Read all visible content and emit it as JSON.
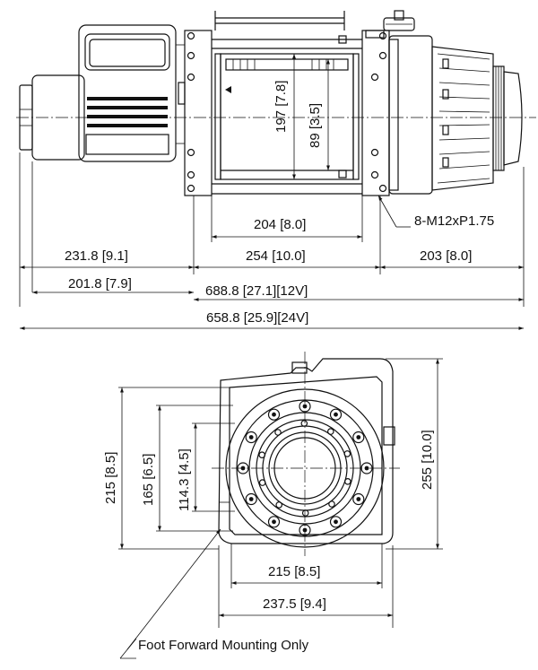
{
  "side_view": {
    "dims": {
      "inner_width": "204 [8.0]",
      "drum_width": "254 [10.0]",
      "left_len": "231.8 [9.1]",
      "right_len": "203 [8.0]",
      "left_len_alt": "201.8 [7.9]",
      "overall_12v": "688.8 [27.1][12V]",
      "overall_24v": "658.8 [25.9][24V]",
      "height_outer": "197 [7.8]",
      "height_inner": "89 [3.5]"
    },
    "bolt_callout": "8-M12xP1.75"
  },
  "end_view": {
    "dims": {
      "height_215": "215 [8.5]",
      "height_165": "165 [6.5]",
      "height_114": "114.3 [4.5]",
      "height_255": "255 [10.0]",
      "width_215": "215 [8.5]",
      "width_237": "237.5 [9.4]"
    },
    "note": "Foot Forward Mounting Only"
  }
}
